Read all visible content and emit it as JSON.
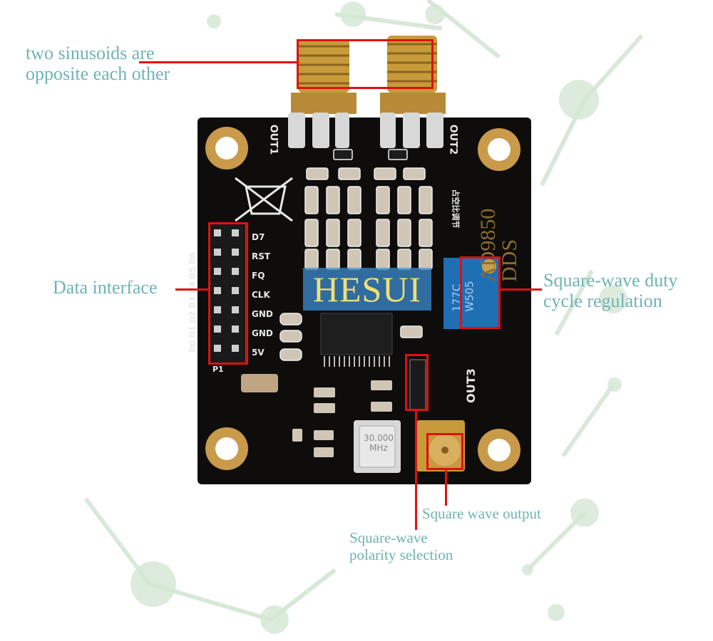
{
  "annotations": {
    "sinusoids": "two sinusoids are\nopposite each other",
    "data_interface": "Data interface",
    "duty_cycle": "Square-wave duty\ncycle regulation",
    "square_output": "Square wave output",
    "polarity": "Square-wave\npolarity selection"
  },
  "board": {
    "brand": "HESUI",
    "out1": "OUT1",
    "out2": "OUT2",
    "out3": "OUT3",
    "side_title_1": "AD9850",
    "side_title_2": "DDS",
    "pin_labels": [
      "D7",
      "RST",
      "FQ",
      "CLK",
      "GND",
      "GND",
      "5V"
    ],
    "data_pins": "D0 D1 D2 D3 D4 D5 D6",
    "p1_label": "P1",
    "crystal": "30.000\nMHz",
    "pot_text": "177C\nW505",
    "chinese_label": "占空比调节"
  },
  "colors": {
    "pcb": "#0e0d0c",
    "annotation_text": "#6fb3b3",
    "highlight_box": "#e01010",
    "gold": "#c9a35a",
    "pot_blue": "#1f6fb5"
  }
}
